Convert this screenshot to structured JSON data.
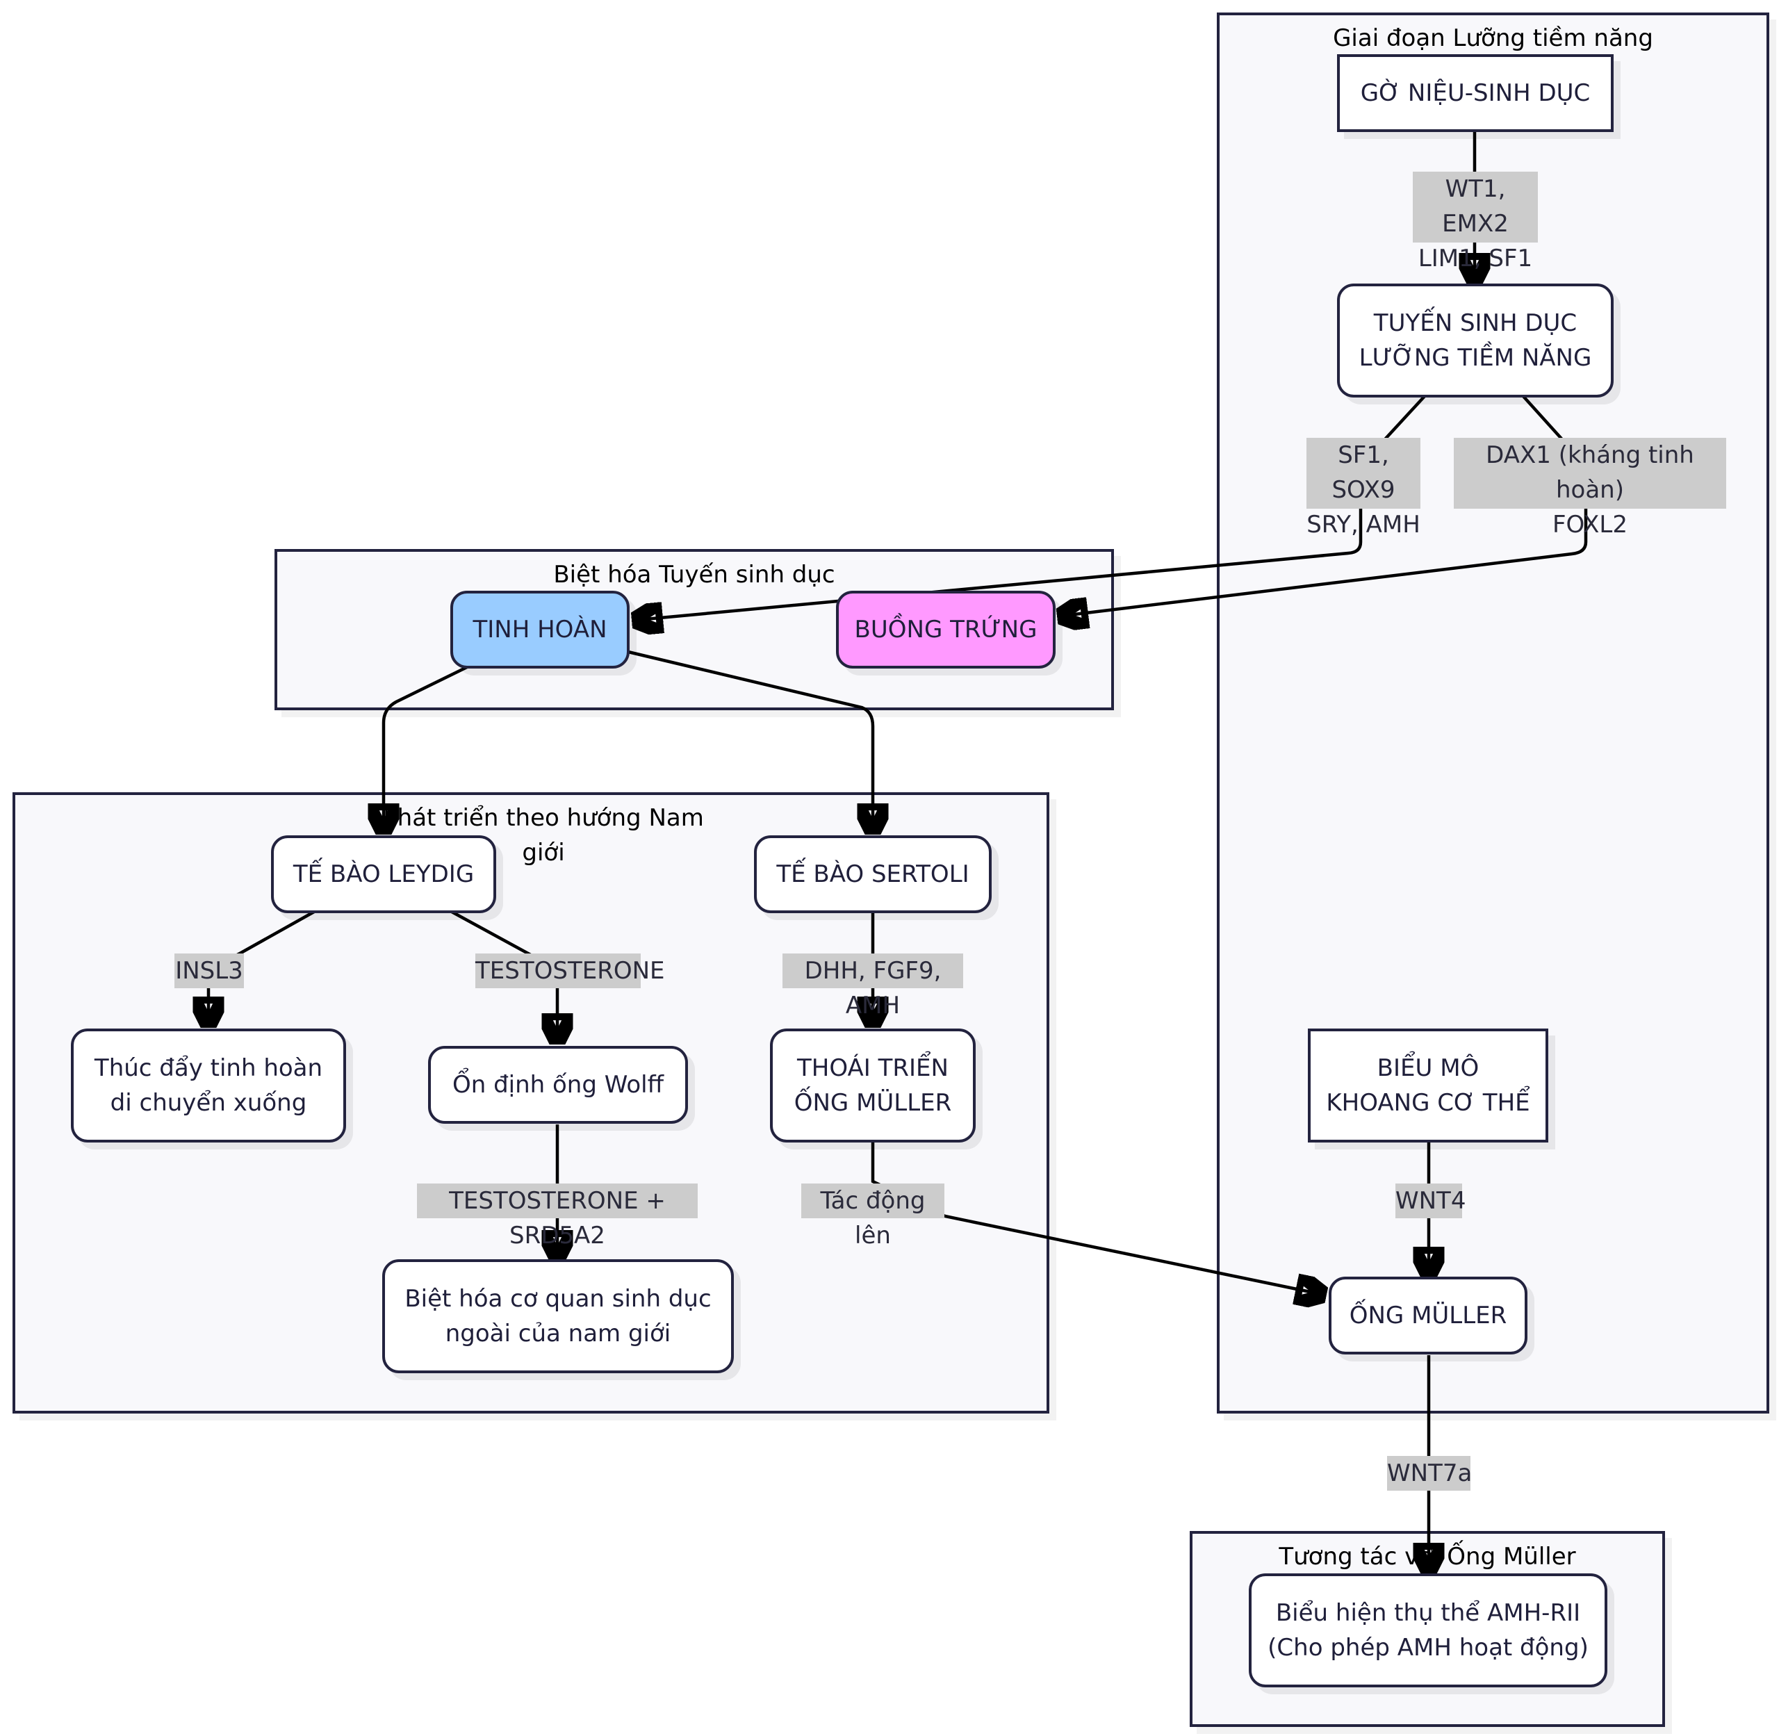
{
  "clusters": {
    "bipotential": "Giai đoạn Lưỡng tiềm năng",
    "gonad_diff": "Biệt hóa Tuyến sinh dục",
    "male_dev": "Phát triển theo hướng Nam\ngiới",
    "muller_interaction": "Tương tác với Ống Müller"
  },
  "nodes": {
    "urogenital_ridge": "GỜ NIỆU-SINH DỤC",
    "bipotential_gonad": "TUYẾN SINH DỤC\nLƯỠNG TIỀM NĂNG",
    "testis": "TINH HOÀN",
    "ovary": "BUỒNG TRỨNG",
    "leydig": "TẾ BÀO LEYDIG",
    "sertoli": "TẾ BÀO SERTOLI",
    "testis_descent": "Thúc đẩy tinh hoàn\ndi chuyển xuống",
    "wolff": "Ổn định ống Wolff",
    "muller_regression": "THOÁI TRIỂN\nỐNG MÜLLER",
    "external_genitalia": "Biệt hóa cơ quan sinh dục\nngoài của nam giới",
    "coelomic_epithelium": "BIỂU MÔ\nKHOANG CƠ THỂ",
    "muller_duct": "ỐNG MÜLLER",
    "amh_receptor": "Biểu hiện thụ thể AMH-RII\n(Cho phép AMH hoạt động)"
  },
  "edge_labels": {
    "ridge_to_gonad": "WT1, EMX2\nLIM1, SF1",
    "gonad_to_testis": "SF1, SOX9\nSRY, AMH",
    "gonad_to_ovary": "DAX1 (kháng tinh hoàn)\nFOXL2",
    "leydig_to_descent": "INSL3",
    "leydig_to_wolff": "TESTOSTERONE",
    "sertoli_to_regression": "DHH, FGF9, AMH",
    "wolff_to_genitalia": "TESTOSTERONE + SRD5A2",
    "regression_to_muller": "Tác động lên",
    "epithelium_to_muller": "WNT4",
    "muller_to_receptor": "WNT7a"
  },
  "colors": {
    "testis_fill": "#99ccff",
    "ovary_fill": "#ff99ff",
    "cluster_fill": "#f8f8fb",
    "border": "#23233f",
    "edge_label_bg": "#cccccc"
  }
}
